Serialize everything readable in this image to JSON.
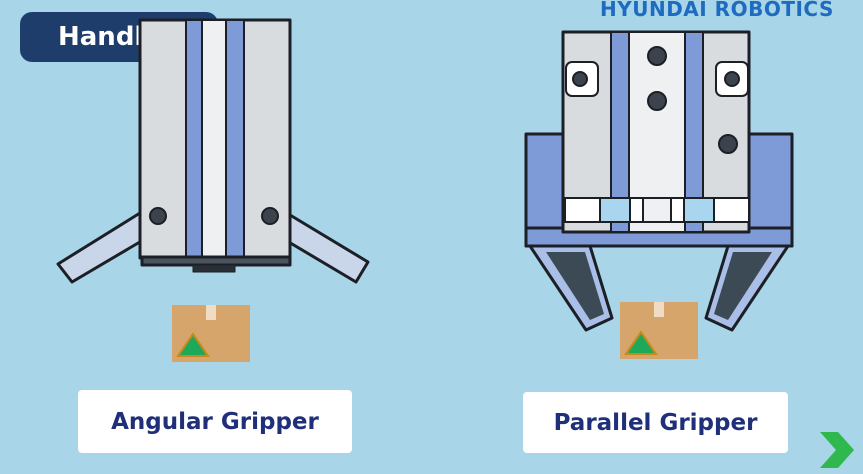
{
  "badge": {
    "label": "Handling"
  },
  "brand": {
    "text": "HYUNDAI ROBOTICS"
  },
  "grippers": [
    {
      "label": "Angular Gripper"
    },
    {
      "label": "Parallel Gripper"
    }
  ],
  "colors": {
    "background": "#a8d5e8",
    "badge": "#1f3d6b",
    "brand": "#1e6bc0",
    "body_gray": "#d9dcdf",
    "blue_stripe": "#7e9bd8",
    "dark_blue": "#4e68b6",
    "box": "#d6a56b",
    "triangle": "#1ea85a",
    "logo_green": "#2fb84e"
  },
  "icons": [
    "box-icon",
    "play-arrow-icon"
  ]
}
